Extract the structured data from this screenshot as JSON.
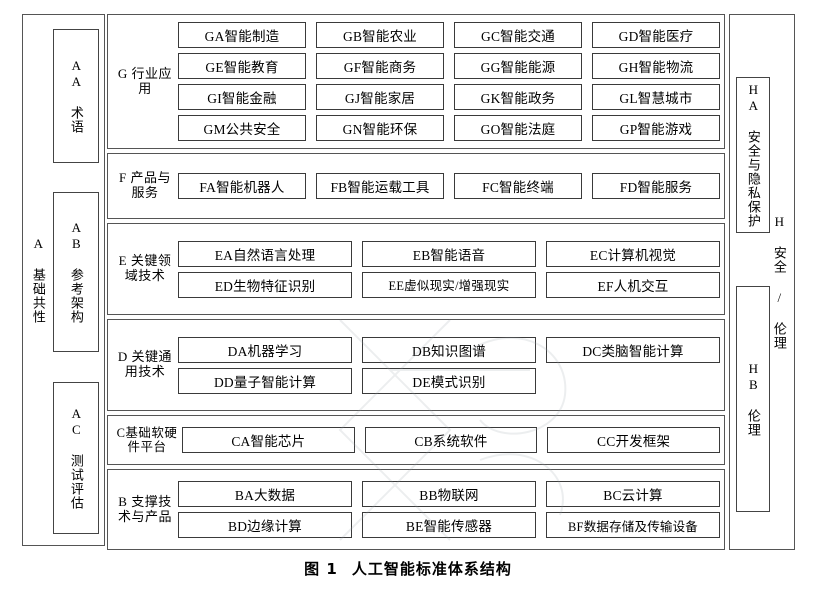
{
  "figure": {
    "caption_number": "图 1",
    "caption_text": "人工智能标准体系结构"
  },
  "left_pillar": {
    "label": "A 基础共性",
    "items": [
      {
        "id": "AA",
        "label": "AA 术语"
      },
      {
        "id": "AB",
        "label": "AB 参考架构"
      },
      {
        "id": "AC",
        "label": "AC 测试评估"
      }
    ]
  },
  "right_pillar": {
    "label": "H 安全 / 伦理",
    "items": [
      {
        "id": "HA",
        "label": "HA 安全与隐私保护"
      },
      {
        "id": "HB",
        "label": "HB 伦理"
      }
    ]
  },
  "bands": [
    {
      "key": "G",
      "label": "G\n行\n业\n应\n用",
      "label_text": "G 行业应用",
      "columns": 4,
      "items": [
        "GA智能制造",
        "GB智能农业",
        "GC智能交通",
        "GD智能医疗",
        "GE智能教育",
        "GF智能商务",
        "GG智能能源",
        "GH智能物流",
        "GI智能金融",
        "GJ智能家居",
        "GK智能政务",
        "GL智慧城市",
        "GM公共安全",
        "GN智能环保",
        "GO智能法庭",
        "GP智能游戏"
      ]
    },
    {
      "key": "F",
      "label_text": "F 产品与服务",
      "columns": 4,
      "items": [
        "FA智能机器人",
        "FB智能运载工具",
        "FC智能终端",
        "FD智能服务"
      ]
    },
    {
      "key": "E",
      "label_text": "E 关键领域技术",
      "columns": 3,
      "items": [
        "EA自然语言处理",
        "EB智能语音",
        "EC计算机视觉",
        "ED生物特征识别",
        "EE虚似现实/增强现实",
        "EF人机交互"
      ]
    },
    {
      "key": "D",
      "label_text": "D 关键通用技术",
      "columns": 3,
      "items": [
        "DA机器学习",
        "DB知识图谱",
        "DC类脑智能计算",
        "DD量子智能计算",
        "DE模式识别",
        ""
      ]
    },
    {
      "key": "C",
      "label_text": "C基础软硬件平台",
      "columns": 3,
      "items": [
        "CA智能芯片",
        "CB系统软件",
        "CC开发框架"
      ]
    },
    {
      "key": "B",
      "label_text": "B 支撑技术与产品",
      "columns": 3,
      "items": [
        "BA大数据",
        "BB物联网",
        "BC云计算",
        "BD边缘计算",
        "BE智能传感器",
        "BF数据存储及传输设备"
      ]
    }
  ],
  "colors": {
    "background": "#ffffff",
    "box_border": "#3a3a3a",
    "outer_border": "#555555",
    "text": "#000000"
  }
}
